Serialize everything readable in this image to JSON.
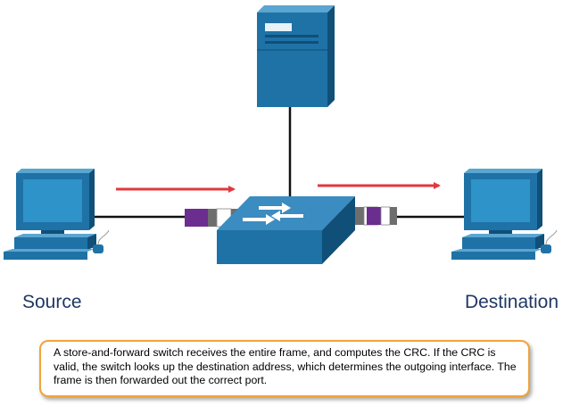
{
  "source": {
    "label": "Source"
  },
  "destination": {
    "label": "Destination"
  },
  "caption": {
    "text": "A store-and-forward switch receives the entire frame, and computes the CRC. If the CRC is valid, the switch looks up the destination address, which determines the outgoing interface. The frame is then forwarded out the correct port."
  },
  "colors": {
    "device_blue": "#1f72a6",
    "device_dark": "#0f4f78",
    "screen": "#2e93c8",
    "arrow_red": "#e0393e",
    "frame_purple": "#6b2d8f",
    "frame_gray": "#6e6e6e",
    "caption_border": "#f2a33a",
    "label_text": "#1f3864"
  },
  "icons": {
    "server": "server-tower-icon",
    "switch": "network-switch-icon",
    "source": "desktop-computer-icon",
    "destination": "desktop-computer-icon"
  }
}
